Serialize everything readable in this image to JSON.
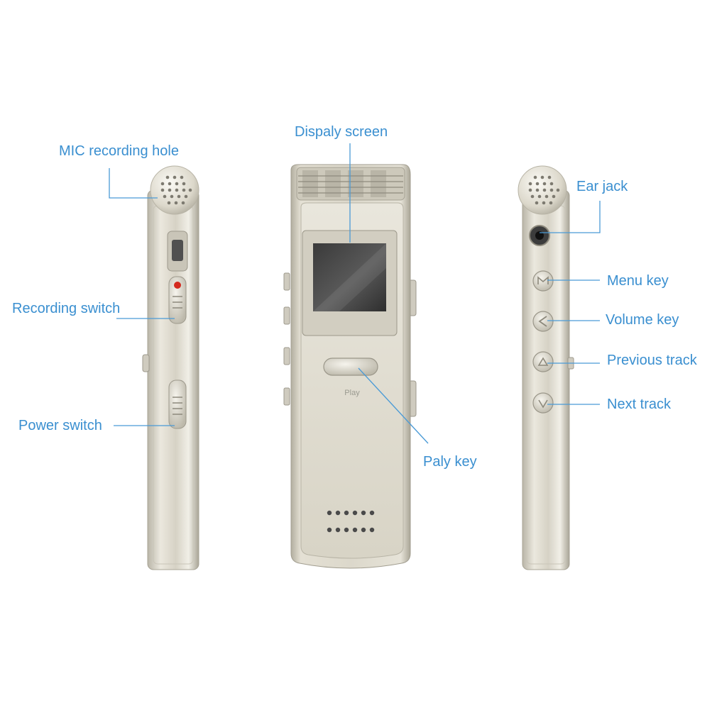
{
  "labels": {
    "mic_hole": "MIC recording hole",
    "recording_switch": "Recording switch",
    "power_switch": "Power switch",
    "display_screen": "Dispaly screen",
    "play_key": "Paly key",
    "ear_jack": "Ear jack",
    "menu_key": "Menu key",
    "volume_key": "Volume key",
    "previous_track": "Previous track",
    "next_track": "Next track"
  },
  "device": {
    "play_button_text": "Play"
  },
  "colors": {
    "label_text": "#3a8fd0",
    "leader_line": "#4a9ad6",
    "body_metal": "#ddd9cc",
    "screen": "#4a4a4a",
    "record_dot": "#d42a1e"
  }
}
